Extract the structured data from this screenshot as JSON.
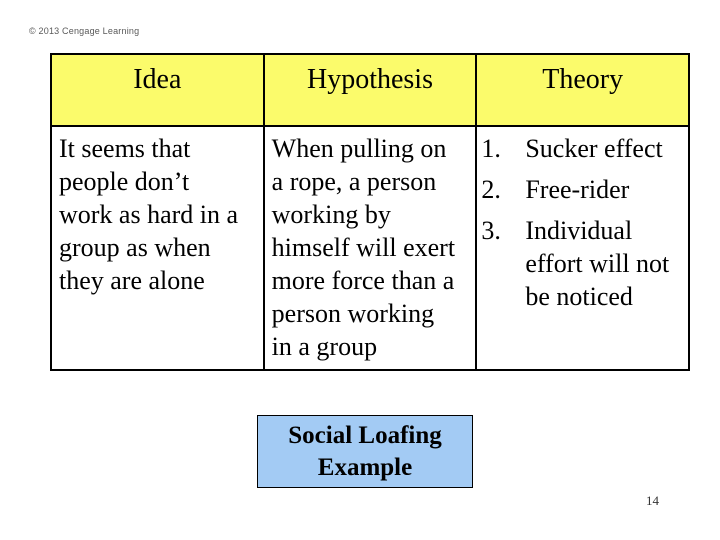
{
  "slide": {
    "copyright": "© 2013 Cengage Learning",
    "page_number": "14"
  },
  "table": {
    "headers": [
      "Idea",
      "Hypothesis",
      "Theory"
    ],
    "body": {
      "idea": "It seems that\npeople don’t\nwork as hard in a\ngroup as when\nthey are alone",
      "hypothesis": "When pulling on\na rope, a person\nworking by\nhimself will exert\nmore force than a\nperson working\nin a group",
      "theory_items": [
        {
          "num": "1.",
          "text": "Sucker effect"
        },
        {
          "num": "2.",
          "text": "Free-rider"
        },
        {
          "num": "3.",
          "text": "Individual\neffort will not\nbe noticed"
        }
      ]
    }
  },
  "callout": {
    "label": "Social Loafing\nExample"
  },
  "colors": {
    "header_fill": "#fbfb6b",
    "callout_fill": "#a3cbf4",
    "table_border": "#000000",
    "copyright_text": "#595959",
    "background": "#ffffff"
  }
}
